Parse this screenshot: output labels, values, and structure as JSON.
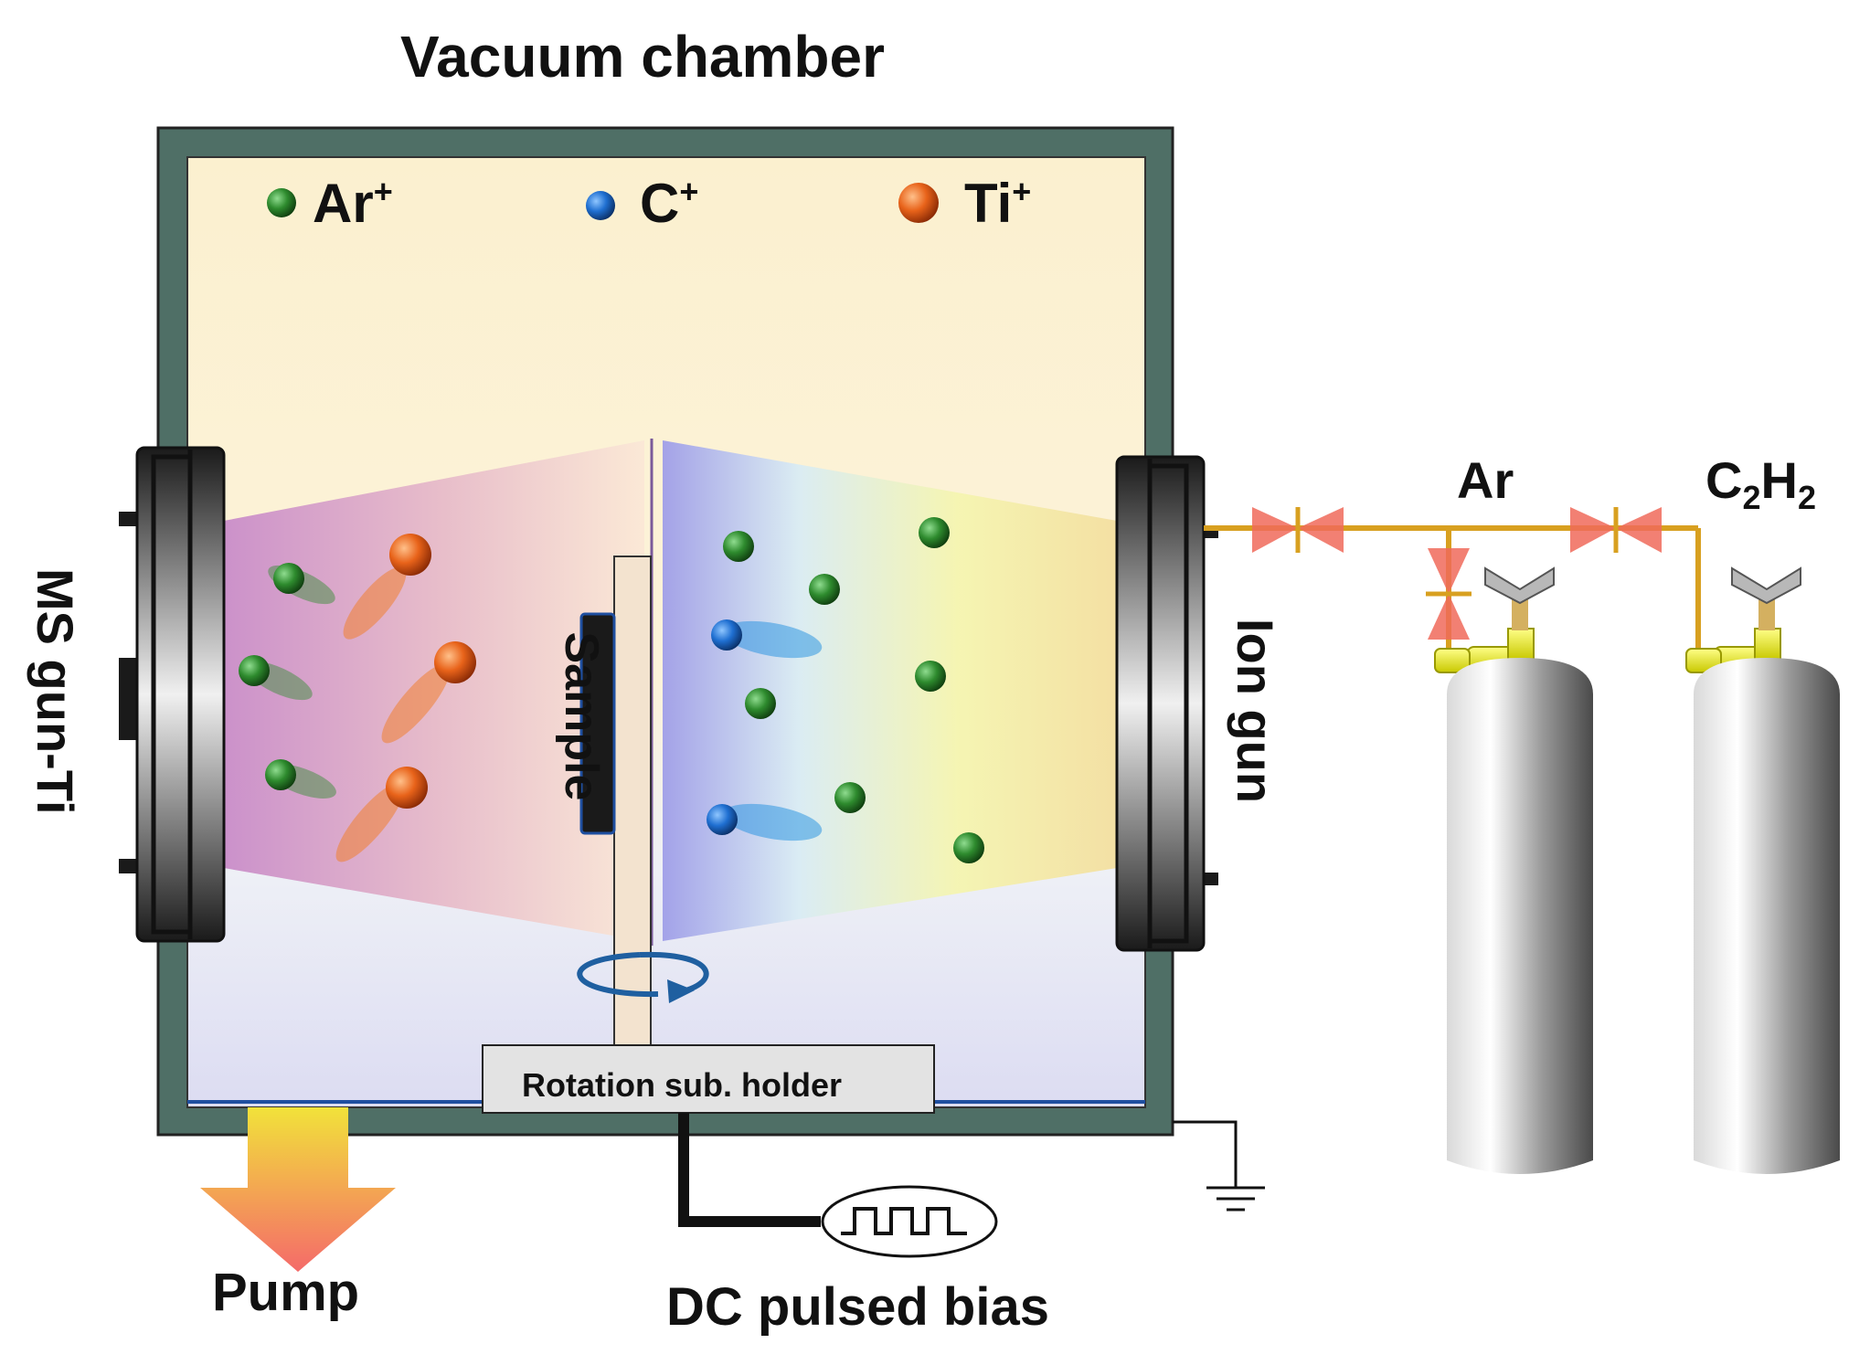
{
  "title": "Vacuum chamber",
  "legend": [
    {
      "base": "Ar",
      "sup": "+",
      "color": "#2e8b2e"
    },
    {
      "base": "C",
      "sup": "+",
      "color": "#1f6fd1"
    },
    {
      "base": "Ti",
      "sup": "+",
      "color": "#e8631a"
    }
  ],
  "labels": {
    "ms_gun": "MS gun-Ti",
    "ion_gun": "Ion gun",
    "sample": "Sample",
    "holder": "Rotation sub. holder",
    "pump": "Pump",
    "bias": "DC pulsed bias",
    "gas_ar": "Ar",
    "gas_c2h2_c": "C",
    "gas_c2h2_2a": "2",
    "gas_c2h2_h": "H",
    "gas_c2h2_2b": "2"
  },
  "colors": {
    "chamber_wall": "#4f6f66",
    "chamber_inner": "#fbf1d2",
    "gas_line": "#d8a020",
    "valve": "#f06a5a",
    "ar_ion": "#2e8b2e",
    "c_ion": "#1f6fd1",
    "ti_ion": "#e8631a",
    "pump_arrow_top": "#f2e23a",
    "pump_arrow_bottom": "#f46a6a"
  }
}
